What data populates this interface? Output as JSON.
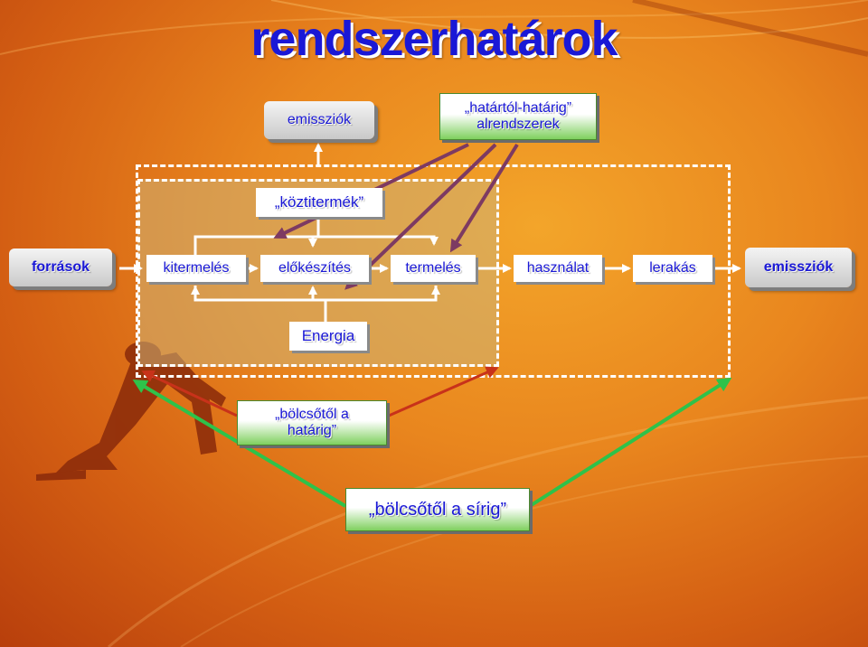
{
  "title": "rendszerhatárok",
  "boxes": {
    "emissions_top": "emissziók",
    "gate_to_gate_line1": "„határtól-határig”",
    "gate_to_gate_line2": "alrendszerek",
    "intermediate": "„köztitermék”",
    "sources": "források",
    "extraction": "kitermelés",
    "preparation": "előkészítés",
    "production": "termelés",
    "use": "használat",
    "disposal": "lerakás",
    "emissions_right": "emissziók",
    "energy": "Energia",
    "cradle_to_gate_line1": "„bölcsőtől a",
    "cradle_to_gate_line2": "határig”",
    "cradle_to_grave": "„bölcsőtől a sírig”"
  },
  "colors": {
    "text": "#1a18d6",
    "arrow_purple": "#7d3a62",
    "arrow_red": "#c8321a",
    "arrow_green": "#2ec24a",
    "zone_fill": "#cdb276"
  }
}
